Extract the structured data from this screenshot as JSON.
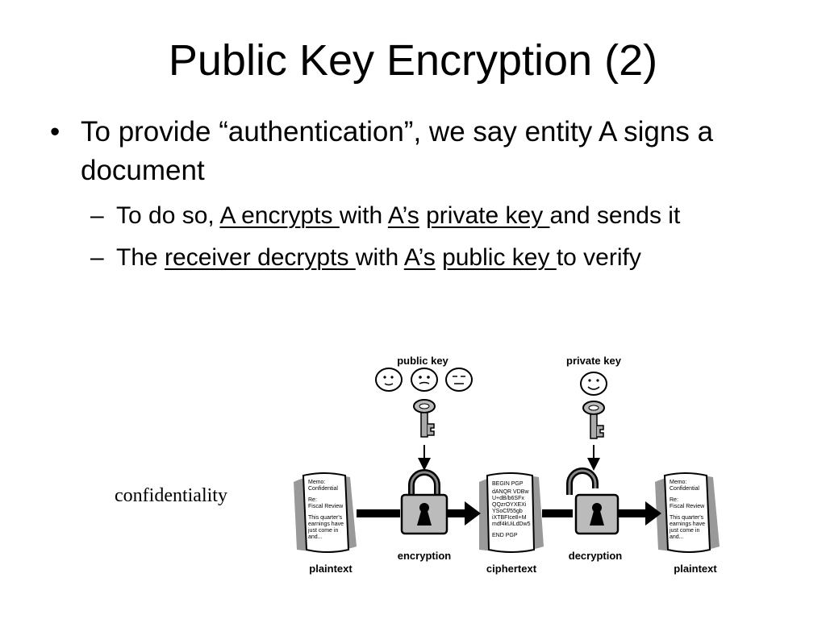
{
  "slide": {
    "title": "Public Key Encryption (2)",
    "bullet1": {
      "marker": "•",
      "text": "To provide “authentication”, we say entity A signs a document"
    },
    "sub1": {
      "marker": "–",
      "part1": "To do so, ",
      "part2": "A encrypts ",
      "part3": "with ",
      "part4": "A’s",
      "part5": " ",
      "part6": "private key ",
      "part7": "and sends it"
    },
    "sub2": {
      "marker": "–",
      "part1": "The ",
      "part2": "receiver decrypts ",
      "part3": "with ",
      "part4": "A’s",
      "part5": " ",
      "part6": "public key ",
      "part7": "to verify"
    },
    "side_label": "confidentiality"
  },
  "diagram": {
    "public_key_label": "public key",
    "private_key_label": "private key",
    "encryption_label": "encryption",
    "decryption_label": "decryption",
    "plaintext_label_1": "plaintext",
    "ciphertext_label": "ciphertext",
    "plaintext_label_2": "plaintext",
    "memo_lines": [
      "Memo:",
      "Confidential",
      "Re:",
      "Fiscal Review",
      "This quarter's",
      "earnings have",
      "just come in",
      "and..."
    ],
    "cipher_lines": [
      "BEGIN PGP",
      "dANQR VDBw",
      "U+dB/b6SFx",
      "QQzrOYXEXi",
      "YSoCf/55gb",
      "iXTBFIce8+M",
      "mdf4kUiLdDw5",
      "END PGP"
    ]
  }
}
